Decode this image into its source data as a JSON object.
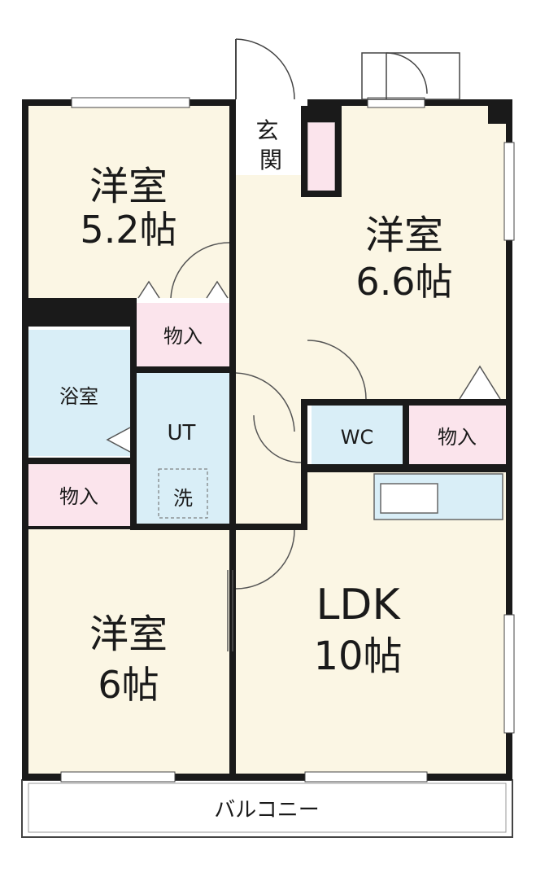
{
  "colors": {
    "room": "#fbf6e4",
    "wet": "#d9eef7",
    "storage": "#fbe4ec",
    "wall": "#1a1a1a",
    "line": "#666666"
  },
  "rooms": {
    "bedroom_nw": {
      "name": "洋室",
      "size": "5.2帖"
    },
    "bedroom_ne": {
      "name": "洋室",
      "size": "6.6帖"
    },
    "bedroom_sw": {
      "name": "洋室",
      "size": "6帖"
    },
    "ldk": {
      "name": "LDK",
      "size": "10帖"
    },
    "bath": {
      "name": "浴室"
    },
    "utility": {
      "name": "UT"
    },
    "washer": {
      "name": "洗"
    },
    "wc": {
      "name": "WC"
    },
    "storage_center": {
      "name": "物入"
    },
    "storage_left": {
      "name": "物入"
    },
    "storage_right": {
      "name": "物入"
    },
    "entrance": {
      "name": "玄関"
    },
    "balcony": {
      "name": "バルコニー"
    }
  }
}
